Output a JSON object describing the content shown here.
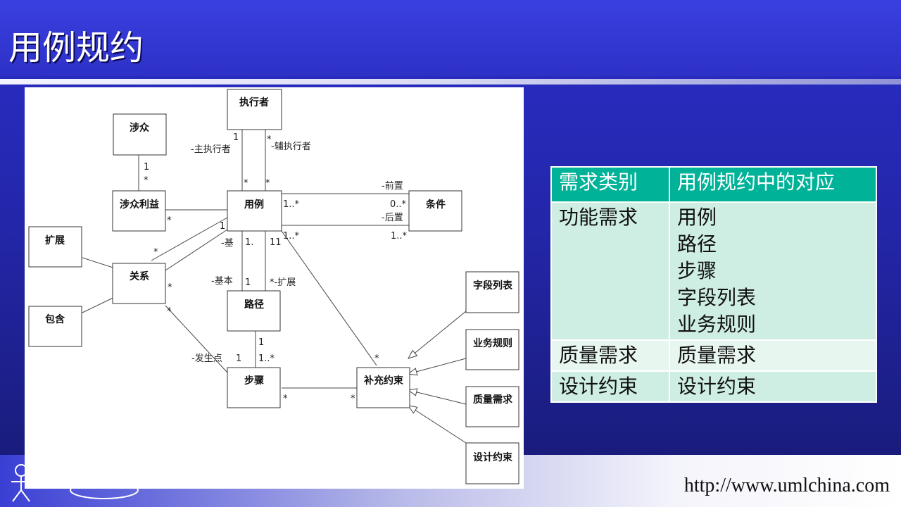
{
  "slide": {
    "title": "用例规约",
    "url": "http://www.umlchina.com"
  },
  "diagram": {
    "boxes": {
      "actor": "执行者",
      "stakeholder": "涉众",
      "stakeholder_interest": "涉众利益",
      "use_case": "用例",
      "condition": "条件",
      "extend": "扩展",
      "relation": "关系",
      "include": "包含",
      "path": "路径",
      "field_list": "字段列表",
      "business_rule": "业务规则",
      "step": "步骤",
      "supplementary_constraint": "补充约束",
      "quality_requirement": "质量需求",
      "design_constraint": "设计约束"
    },
    "labels": {
      "primary_actor": "-主执行者",
      "secondary_actor": "-辅执行者",
      "precondition": "-前置",
      "postcondition": "-后置",
      "base": "-基",
      "basic": "-基本",
      "extension": "*-扩展",
      "trigger_point": "-发生点"
    },
    "multiplicities": {
      "m1": "1",
      "star": "*",
      "one_many": "1..*",
      "zero_many": "0..*",
      "one_dot": "1.",
      "eleven": "11"
    }
  },
  "table": {
    "headers": [
      "需求类别",
      "用例规约中的对应"
    ],
    "rows": [
      {
        "category": "功能需求",
        "mapping": [
          "用例",
          "路径",
          "步骤",
          "字段列表",
          "业务规则"
        ]
      },
      {
        "category": "质量需求",
        "mapping": [
          "质量需求"
        ]
      },
      {
        "category": "设计约束",
        "mapping": [
          "设计约束"
        ]
      }
    ]
  },
  "colors": {
    "header_bg": "#00b398",
    "row_bg": "#cfeee3",
    "row_alt_bg": "#e8f6f0",
    "slide_bg": "#2326a8"
  }
}
